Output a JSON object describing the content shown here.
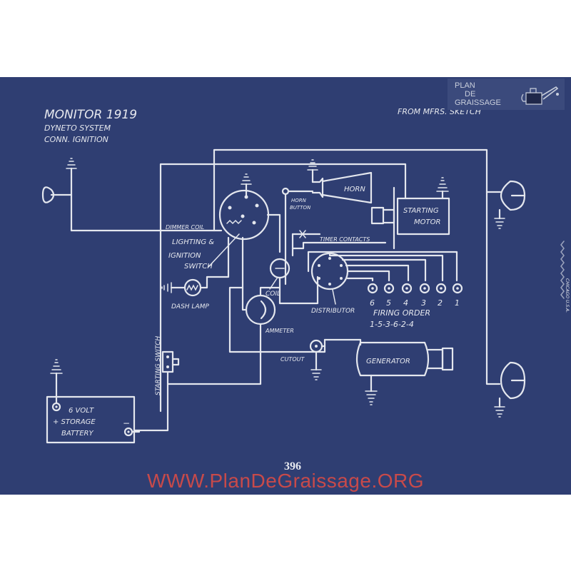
{
  "title": {
    "line1": "MONITOR 1919",
    "line2": "DYNETO SYSTEM",
    "line3": "CONN. IGNITION",
    "source": "FROM MFRS. SKETCH"
  },
  "logo": {
    "line1": "PLAN",
    "line2": "DE",
    "line3": "GRAISSAGE",
    "icon": "oil-can-icon"
  },
  "labels": {
    "horn": "HORN",
    "horn_button_1": "HORN",
    "horn_button_2": "BUTTON",
    "starting_motor_1": "STARTING",
    "starting_motor_2": "MOTOR",
    "dimmer_coil": "DIMMER COIL",
    "lighting_1": "LIGHTING &",
    "lighting_2": "IGNITION",
    "lighting_3": "SWITCH",
    "timer_contacts": "TIMER CONTACTS",
    "coil": "COIL",
    "distributor": "DISTRIBUTOR",
    "dash_lamp": "DASH LAMP",
    "ammeter": "AMMETER",
    "cylinders": [
      "6",
      "5",
      "4",
      "3",
      "2",
      "1"
    ],
    "firing_order_1": "FIRING ORDER",
    "firing_order_2": "1-5-3-6-2-4",
    "cutout": "CUTOUT",
    "generator": "GENERATOR",
    "starting_switch": "STARTING SWITCH",
    "battery_1": "6 VOLT",
    "battery_2": "+ STORAGE",
    "battery_3": "BATTERY",
    "battery_minus": "−",
    "chicago": "CHICAGO U.S.A."
  },
  "page_number": "396",
  "website": "WWW.PlanDeGraissage.ORG",
  "colors": {
    "blueprint": "#2f3e72",
    "line": "#e4e7ee",
    "watermark": "#c84a4a"
  }
}
